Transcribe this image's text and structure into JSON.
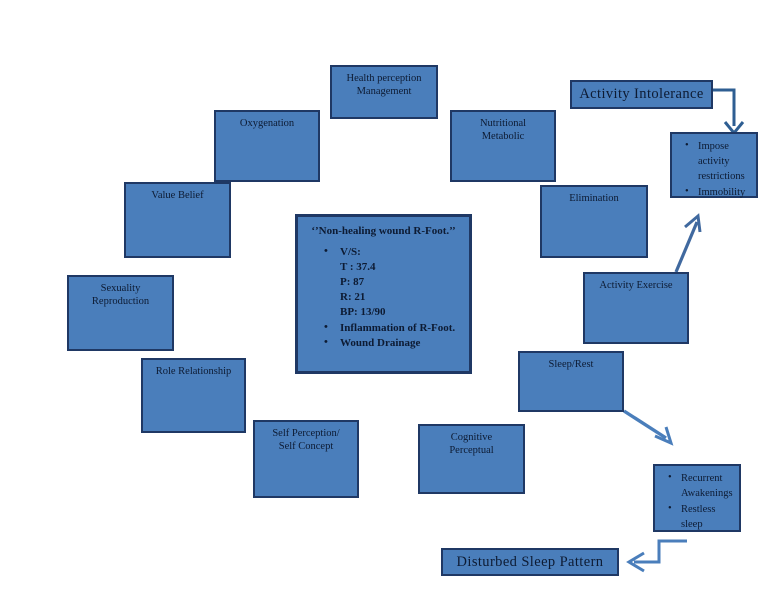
{
  "diagram": {
    "type": "concept-map",
    "title_text": "‘’Non-healing wound R-Foot.’’",
    "colors": {
      "box_fill": "#4a7ebb",
      "box_border": "#1f3864",
      "text": "#0d1b33",
      "arrow": "#4a7ebb",
      "arrow_outline": "#2e5e92",
      "background": "#ffffff"
    }
  },
  "center": {
    "title": "‘’Non-healing wound R-Foot.’’",
    "vitals_label": "V/S:",
    "vitals": [
      "T : 37.4",
      "P: 87",
      "R: 21",
      "BP: 13/90"
    ],
    "findings": [
      "Inflammation of R-Foot.",
      "Wound Drainage"
    ]
  },
  "patterns": [
    {
      "id": "health-perception-management",
      "label": "Health perception\nManagement"
    },
    {
      "id": "nutritional-metabolic",
      "label": "Nutritional\nMetabolic"
    },
    {
      "id": "elimination",
      "label": "Elimination"
    },
    {
      "id": "activity-exercise",
      "label": "Activity Exercise"
    },
    {
      "id": "sleep-rest",
      "label": "Sleep/Rest"
    },
    {
      "id": "cognitive-perceptual",
      "label": "Cognitive\nPerceptual"
    },
    {
      "id": "self-perception-self-concept",
      "label": "Self Perception/\nSelf Concept"
    },
    {
      "id": "role-relationship",
      "label": "Role Relationship"
    },
    {
      "id": "sexuality-reproduction",
      "label": "Sexuality\nReproduction"
    },
    {
      "id": "value-belief",
      "label": "Value Belief"
    },
    {
      "id": "oxygenation",
      "label": "Oxygenation"
    }
  ],
  "evidence_boxes": [
    {
      "id": "activity-evidence",
      "items": [
        "Impose activity restrictions",
        "Immobility"
      ]
    },
    {
      "id": "sleep-evidence",
      "items": [
        "Recurrent Awakenings",
        "Restless sleep"
      ]
    }
  ],
  "diagnoses": [
    {
      "id": "activity-intolerance",
      "label": "Activity Intolerance"
    },
    {
      "id": "disturbed-sleep-pattern",
      "label": "Disturbed Sleep Pattern"
    }
  ]
}
